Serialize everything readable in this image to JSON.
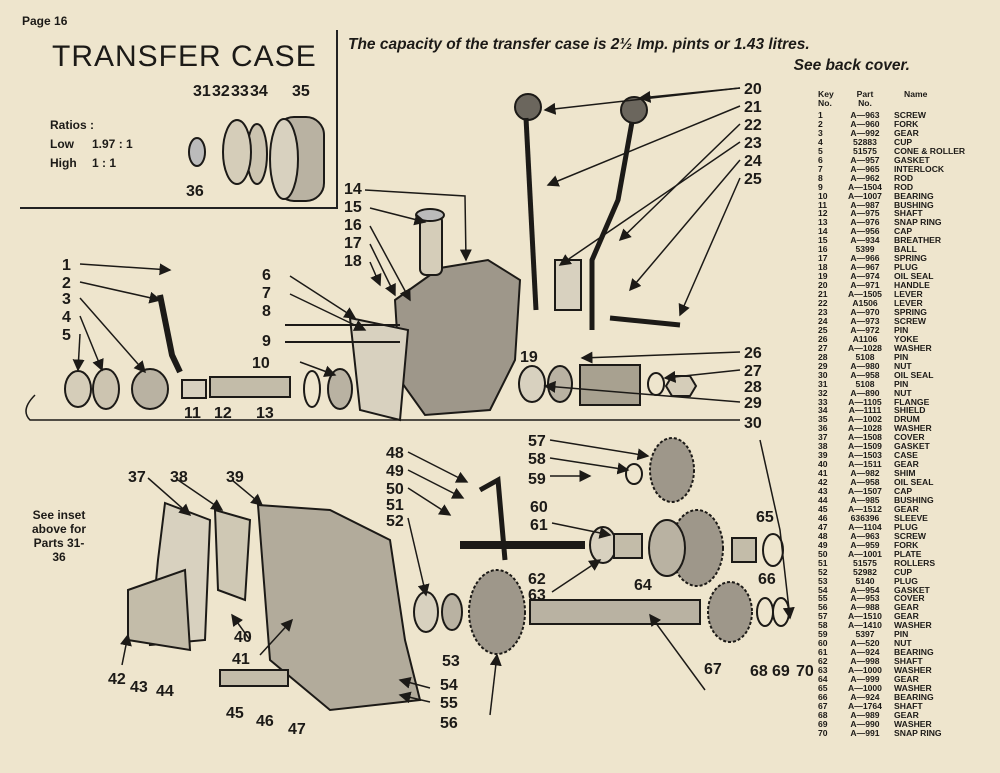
{
  "page_label": "Page 16",
  "title": "TRANSFER CASE",
  "capacity_line": "The capacity of the transfer case is 2½ Imp. pints or 1.43 litres.",
  "see_back": "See back cover.",
  "ratios": {
    "heading": "Ratios :",
    "low_label": "Low",
    "low_value": "1.97 : 1",
    "high_label": "High",
    "high_value": "1 : 1"
  },
  "see_inset": "See inset above for Parts 31-36",
  "parts_header": {
    "key": "Key\nNo.",
    "part": "Part\nNo.",
    "name": "Name"
  },
  "parts": [
    [
      "1",
      "A—963",
      "SCREW"
    ],
    [
      "2",
      "A—960",
      "FORK"
    ],
    [
      "3",
      "A—992",
      "GEAR"
    ],
    [
      "4",
      "52883",
      "CUP"
    ],
    [
      "5",
      "51575",
      "CONE & ROLLER"
    ],
    [
      "6",
      "A—957",
      "GASKET"
    ],
    [
      "7",
      "A—965",
      "INTERLOCK"
    ],
    [
      "8",
      "A—962",
      "ROD"
    ],
    [
      "9",
      "A—1504",
      "ROD"
    ],
    [
      "10",
      "A—1007",
      "BEARING"
    ],
    [
      "11",
      "A—987",
      "BUSHING"
    ],
    [
      "12",
      "A—975",
      "SHAFT"
    ],
    [
      "13",
      "A—976",
      "SNAP RING"
    ],
    [
      "14",
      "A—956",
      "CAP"
    ],
    [
      "15",
      "A—934",
      "BREATHER"
    ],
    [
      "16",
      "5399",
      "BALL"
    ],
    [
      "17",
      "A—966",
      "SPRING"
    ],
    [
      "18",
      "A—967",
      "PLUG"
    ],
    [
      "19",
      "A—974",
      "OIL SEAL"
    ],
    [
      "20",
      "A—971",
      "HANDLE"
    ],
    [
      "21",
      "A—1505",
      "LEVER"
    ],
    [
      "22",
      "A1506",
      "LEVER"
    ],
    [
      "23",
      "A—970",
      "SPRING"
    ],
    [
      "24",
      "A—973",
      "SCREW"
    ],
    [
      "25",
      "A—972",
      "PIN"
    ],
    [
      "26",
      "A1106",
      "YOKE"
    ],
    [
      "27",
      "A—1028",
      "WASHER"
    ],
    [
      "28",
      "5108",
      "PIN"
    ],
    [
      "29",
      "A—980",
      "NUT"
    ],
    [
      "30",
      "A—958",
      "OIL SEAL"
    ],
    [
      "31",
      "5108",
      "PIN"
    ],
    [
      "32",
      "A—890",
      "NUT"
    ],
    [
      "33",
      "A—1105",
      "FLANGE"
    ],
    [
      "34",
      "A—1111",
      "SHIELD"
    ],
    [
      "35",
      "A—1002",
      "DRUM"
    ],
    [
      "36",
      "A—1028",
      "WASHER"
    ],
    [
      "37",
      "A—1508",
      "COVER"
    ],
    [
      "38",
      "A—1509",
      "GASKET"
    ],
    [
      "39",
      "A—1503",
      "CASE"
    ],
    [
      "40",
      "A—1511",
      "GEAR"
    ],
    [
      "41",
      "A—982",
      "SHIM"
    ],
    [
      "42",
      "A—958",
      "OIL SEAL"
    ],
    [
      "43",
      "A—1507",
      "CAP"
    ],
    [
      "44",
      "A—985",
      "BUSHING"
    ],
    [
      "45",
      "A—1512",
      "GEAR"
    ],
    [
      "46",
      "636396",
      "SLEEVE"
    ],
    [
      "47",
      "A—1104",
      "PLUG"
    ],
    [
      "48",
      "A—963",
      "SCREW"
    ],
    [
      "49",
      "A—959",
      "FORK"
    ],
    [
      "50",
      "A—1001",
      "PLATE"
    ],
    [
      "51",
      "51575",
      "ROLLERS"
    ],
    [
      "52",
      "52982",
      "CUP"
    ],
    [
      "53",
      "5140",
      "PLUG"
    ],
    [
      "54",
      "A—954",
      "GASKET"
    ],
    [
      "55",
      "A—953",
      "COVER"
    ],
    [
      "56",
      "A—988",
      "GEAR"
    ],
    [
      "57",
      "A—1510",
      "GEAR"
    ],
    [
      "58",
      "A—1410",
      "WASHER"
    ],
    [
      "59",
      "5397",
      "PIN"
    ],
    [
      "60",
      "A—520",
      "NUT"
    ],
    [
      "61",
      "A—924",
      "BEARING"
    ],
    [
      "62",
      "A—998",
      "SHAFT"
    ],
    [
      "63",
      "A—1000",
      "WASHER"
    ],
    [
      "64",
      "A—999",
      "GEAR"
    ],
    [
      "65",
      "A—1000",
      "WASHER"
    ],
    [
      "66",
      "A—924",
      "BEARING"
    ],
    [
      "67",
      "A—1764",
      "SHAFT"
    ],
    [
      "68",
      "A—989",
      "GEAR"
    ],
    [
      "69",
      "A—990",
      "WASHER"
    ],
    [
      "70",
      "A—991",
      "SNAP RING"
    ]
  ],
  "callouts": [
    "1",
    "2",
    "3",
    "4",
    "5",
    "6",
    "7",
    "8",
    "9",
    "10",
    "11",
    "12",
    "13",
    "14",
    "15",
    "16",
    "17",
    "18",
    "19",
    "20",
    "21",
    "22",
    "23",
    "24",
    "25",
    "26",
    "27",
    "28",
    "29",
    "30",
    "31",
    "32",
    "33",
    "34",
    "35",
    "36",
    "37",
    "38",
    "39",
    "40",
    "41",
    "42",
    "43",
    "44",
    "45",
    "46",
    "47",
    "48",
    "49",
    "50",
    "51",
    "52",
    "53",
    "54",
    "55",
    "56",
    "57",
    "58",
    "59",
    "60",
    "61",
    "62",
    "63",
    "64",
    "65",
    "66",
    "67",
    "68",
    "69",
    "70"
  ]
}
